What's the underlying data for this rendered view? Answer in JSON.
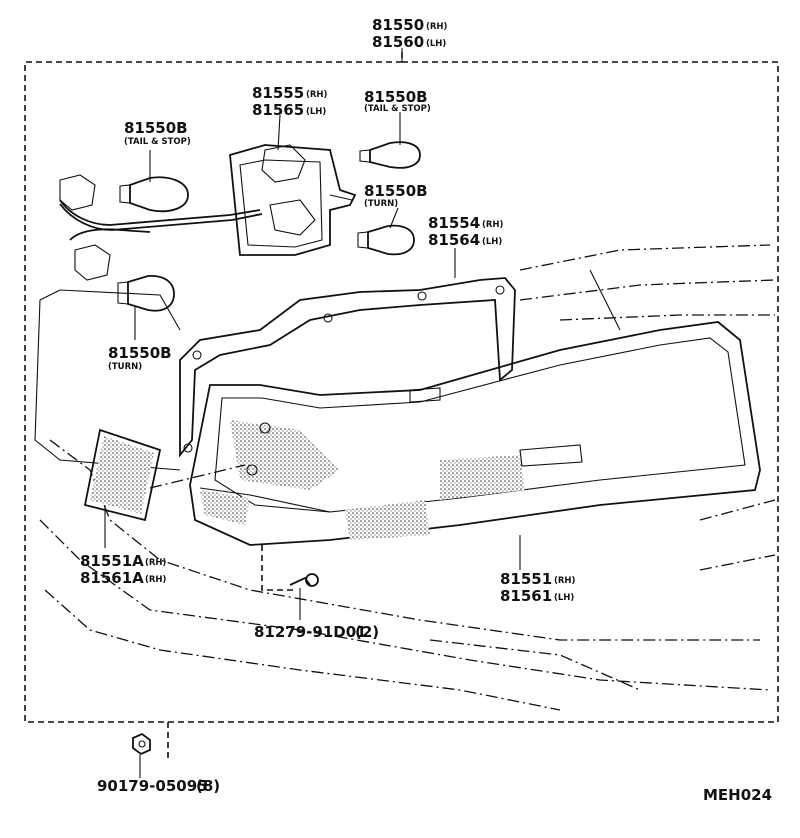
{
  "diagram_code": "MEH024",
  "callouts": [
    {
      "id": "assembly",
      "parts": [
        {
          "num": "81550",
          "side": "(RH)"
        },
        {
          "num": "81560",
          "side": "(LH)"
        }
      ]
    },
    {
      "id": "socket",
      "parts": [
        {
          "num": "81555",
          "side": "(RH)"
        },
        {
          "num": "81565",
          "side": "(LH)"
        }
      ]
    },
    {
      "id": "bulb-tail-left",
      "parts": [
        {
          "num": "81550B",
          "side": ""
        }
      ],
      "note": "(TAIL & STOP)"
    },
    {
      "id": "bulb-tail-right",
      "parts": [
        {
          "num": "81550B",
          "side": ""
        }
      ],
      "note": "(TAIL & STOP)"
    },
    {
      "id": "bulb-turn-right",
      "parts": [
        {
          "num": "81550B",
          "side": ""
        }
      ],
      "note": "(TURN)"
    },
    {
      "id": "bulb-turn-left",
      "parts": [
        {
          "num": "81550B",
          "side": ""
        }
      ],
      "note": "(TURN)"
    },
    {
      "id": "gasket",
      "parts": [
        {
          "num": "81554",
          "side": "(RH)"
        },
        {
          "num": "81564",
          "side": "(LH)"
        }
      ]
    },
    {
      "id": "reflector",
      "parts": [
        {
          "num": "81551A",
          "side": "(RH)"
        },
        {
          "num": "81561A",
          "side": "(RH)"
        }
      ]
    },
    {
      "id": "lens",
      "parts": [
        {
          "num": "81551",
          "side": "(RH)"
        },
        {
          "num": "81561",
          "side": "(LH)"
        }
      ]
    },
    {
      "id": "screw",
      "parts": [
        {
          "num": "81279-91D01",
          "side": "(2)"
        }
      ]
    },
    {
      "id": "nut",
      "parts": [
        {
          "num": "90179-05095",
          "side": "(8)"
        }
      ]
    }
  ]
}
